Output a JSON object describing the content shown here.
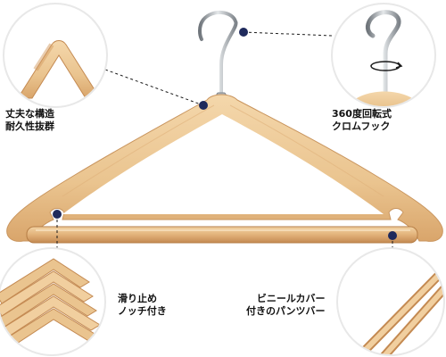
{
  "colors": {
    "wood_light": "#f1cf9f",
    "wood_mid": "#e3b47a",
    "wood_dark": "#c48a52",
    "chrome": "#9aa0a6",
    "navy_dot": "#1f2a5c",
    "circle_border": "#e8e8e8",
    "text": "#111111"
  },
  "callouts": {
    "top_left": {
      "icon": "hanger-shoulder-closeup-icon",
      "lines": [
        "丈夫な構造",
        "耐久性抜群"
      ]
    },
    "top_right": {
      "icon": "rotating-chrome-hook-icon",
      "lines": [
        "360度回転式",
        "クロムフック"
      ]
    },
    "bottom_left": {
      "icon": "stacked-hangers-notch-icon",
      "lines": [
        "滑り止め",
        "ノッチ付き"
      ]
    },
    "bottom_right": {
      "icon": "vinyl-covered-bar-icon",
      "lines": [
        "ビニールカバー",
        "付きのパンツバー"
      ]
    }
  }
}
